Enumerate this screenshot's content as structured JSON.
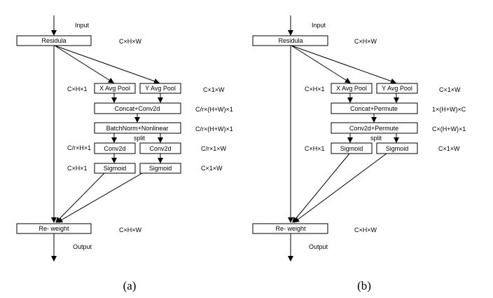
{
  "diagrams": [
    {
      "id": "a",
      "caption": "(a)",
      "input_label": "Input",
      "output_label": "Output",
      "residual": {
        "label": "Residula",
        "dim": "C×H×W"
      },
      "x_pool": {
        "label": "X Avg Pool",
        "dim": "C×H×1"
      },
      "y_pool": {
        "label": "Y Avg Pool",
        "dim": "C×1×W"
      },
      "stage1": {
        "label": "Concat+Conv2d",
        "dim": "C/r×(H+W)×1"
      },
      "stage2": {
        "label": "BatchNorm+Nonlinear",
        "dim": "C/r×(H+W)×1"
      },
      "split_label": "split",
      "branch_conv": {
        "left_label": "Conv2d",
        "right_label": "Conv2d",
        "left_dim": "C/r×H×1",
        "right_dim": "C/r×1×W"
      },
      "sigmoid": {
        "left_label": "Sigmoid",
        "right_label": "Sigmoid",
        "left_dim": "C×H×1",
        "right_dim": "C×1×W"
      },
      "reweight": {
        "label": "Re- weight",
        "dim": "C×H×W"
      }
    },
    {
      "id": "b",
      "caption": "(b)",
      "input_label": "Input",
      "output_label": "Output",
      "residual": {
        "label": "Residula",
        "dim": "C×H×W"
      },
      "x_pool": {
        "label": "X Avg Pool",
        "dim": "C×H×1"
      },
      "y_pool": {
        "label": "Y Avg Pool",
        "dim": "C×1×W"
      },
      "stage1": {
        "label": "Concat+Permute",
        "dim": "1×(H+W)×C"
      },
      "stage2": {
        "label": "Conv2d+Permute",
        "dim": "C×(H+W)×1"
      },
      "split_label": "split",
      "sigmoid": {
        "left_label": "Sigmoid",
        "right_label": "Sigmoid",
        "left_dim": "C×H×1",
        "right_dim": "C×1×W"
      },
      "reweight": {
        "label": "Re- weight",
        "dim": "C×H×W"
      }
    }
  ]
}
